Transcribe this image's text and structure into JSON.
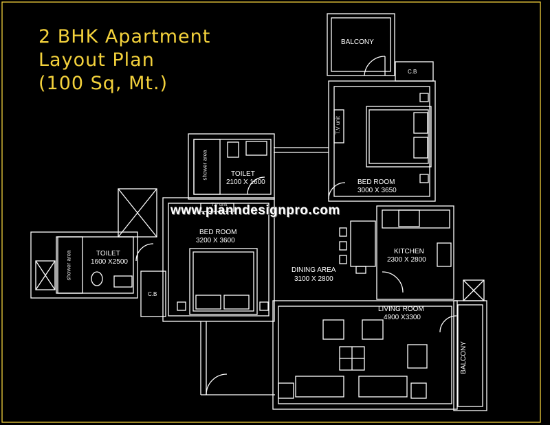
{
  "title": {
    "line1": "2 BHK Apartment",
    "line2": "Layout Plan",
    "line3": "(100 Sq, Mt.)"
  },
  "colors": {
    "title": "#f4d23c",
    "lines": "#ffffff",
    "frame": "#f4d23c",
    "background": "#000000"
  },
  "watermark": "www.planndesignpro.com",
  "rooms": {
    "balcony_top": "BALCONY",
    "cb_top": "C.B",
    "bedroom_right": {
      "name": "BED ROOM",
      "size": "3000 X 3650"
    },
    "tv_unit_right": "T.V unit",
    "toilet_mid": {
      "name": "TOILET",
      "size": "2100 X 1600"
    },
    "shower_mid": "shower area",
    "tv_unit_left": "T.V unit",
    "bedroom_left": {
      "name": "BED ROOM",
      "size": "3200 X 3600"
    },
    "toilet_left": {
      "name": "TOILET",
      "size": "1600 X2500"
    },
    "shower_left": "shower area",
    "cb_left": "C.B",
    "dining": {
      "name": "DINING AREA",
      "size": "3100 X 2800"
    },
    "kitchen": {
      "name": "KITCHEN",
      "size": "2300 X 2800"
    },
    "living": {
      "name": "LIVING ROOM",
      "size": "4900 X3300"
    },
    "balcony_right": "BALCONY"
  }
}
